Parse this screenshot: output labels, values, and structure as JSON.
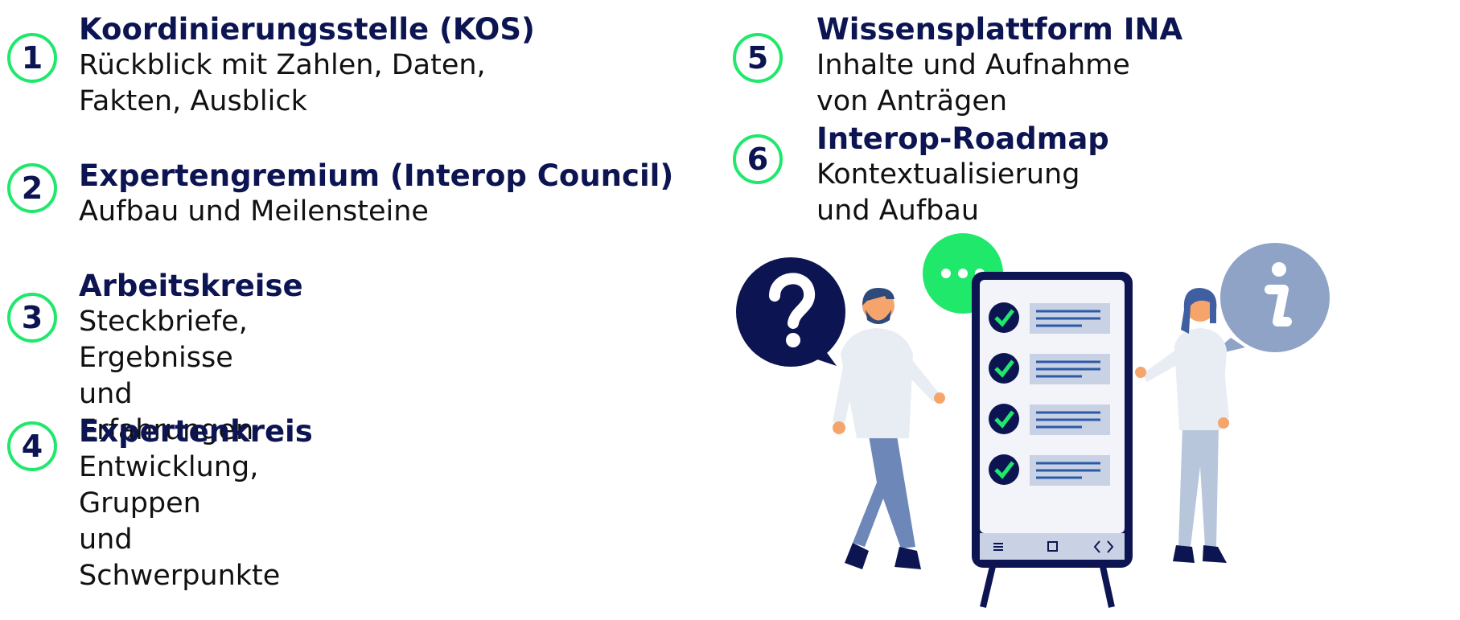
{
  "colors": {
    "accent": "#1fe86b",
    "navy": "#0c1552",
    "blue": "#6d88b8",
    "light_blue": "#b7c6db",
    "gray_bubble": "#8fa3c7"
  },
  "items": [
    {
      "number": "1",
      "title": "Koordinierungsstelle (KOS)",
      "desc": "Rückblick mit Zahlen, Daten,\nFakten, Ausblick"
    },
    {
      "number": "2",
      "title": "Expertengremium (Interop Council)",
      "desc": "Aufbau und Meilensteine"
    },
    {
      "number": "3",
      "title": "Arbeitskreise",
      "desc": "Steckbriefe, Ergebnisse\nund Erfahrungen"
    },
    {
      "number": "4",
      "title": "Expertenkreis",
      "desc": "Entwicklung, Gruppen\nund Schwerpunkte"
    },
    {
      "number": "5",
      "title": "Wissensplattform INA",
      "desc": "Inhalte und Aufnahme von Anträgen"
    },
    {
      "number": "6",
      "title": "Interop-Roadmap",
      "desc": "Kontextualisierung und Aufbau"
    }
  ],
  "illustration": {
    "icons": [
      "question-bubble-icon",
      "chat-bubble-icon",
      "info-bubble-icon",
      "check-icon",
      "menu-icon",
      "home-square-icon",
      "code-arrows-icon"
    ]
  }
}
